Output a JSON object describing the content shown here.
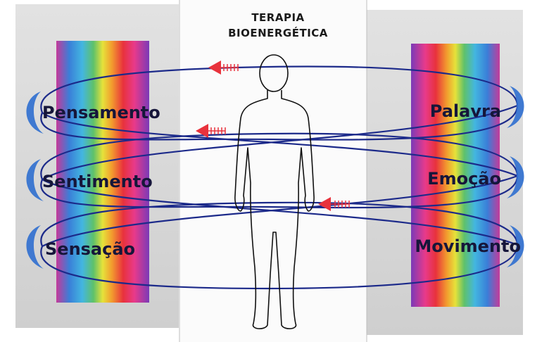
{
  "title": {
    "line1": "TERAPIA",
    "line2": "BIOENERGÉTICA"
  },
  "left_column": {
    "words": [
      "Pensamento",
      "Sentimento",
      "Sensação"
    ]
  },
  "right_column": {
    "words": [
      "Palavra",
      "Emoção",
      "Movimento"
    ]
  },
  "colors": {
    "loop_line": "#1c2a8a",
    "loop_fill": "#2f6fd0",
    "arrow_red": "#e8323c",
    "panel_bg": "#d6d6d6",
    "body_outline": "#111111",
    "text": "#16163a",
    "spectrum": [
      "#c43a9a",
      "#3fa0e0",
      "#5fc16a",
      "#e6e23a",
      "#f29a2e",
      "#e8323c",
      "#e83a8a",
      "#7a3ab8"
    ]
  },
  "icons": [
    "human-figure-icon",
    "arrow-left-icon"
  ]
}
